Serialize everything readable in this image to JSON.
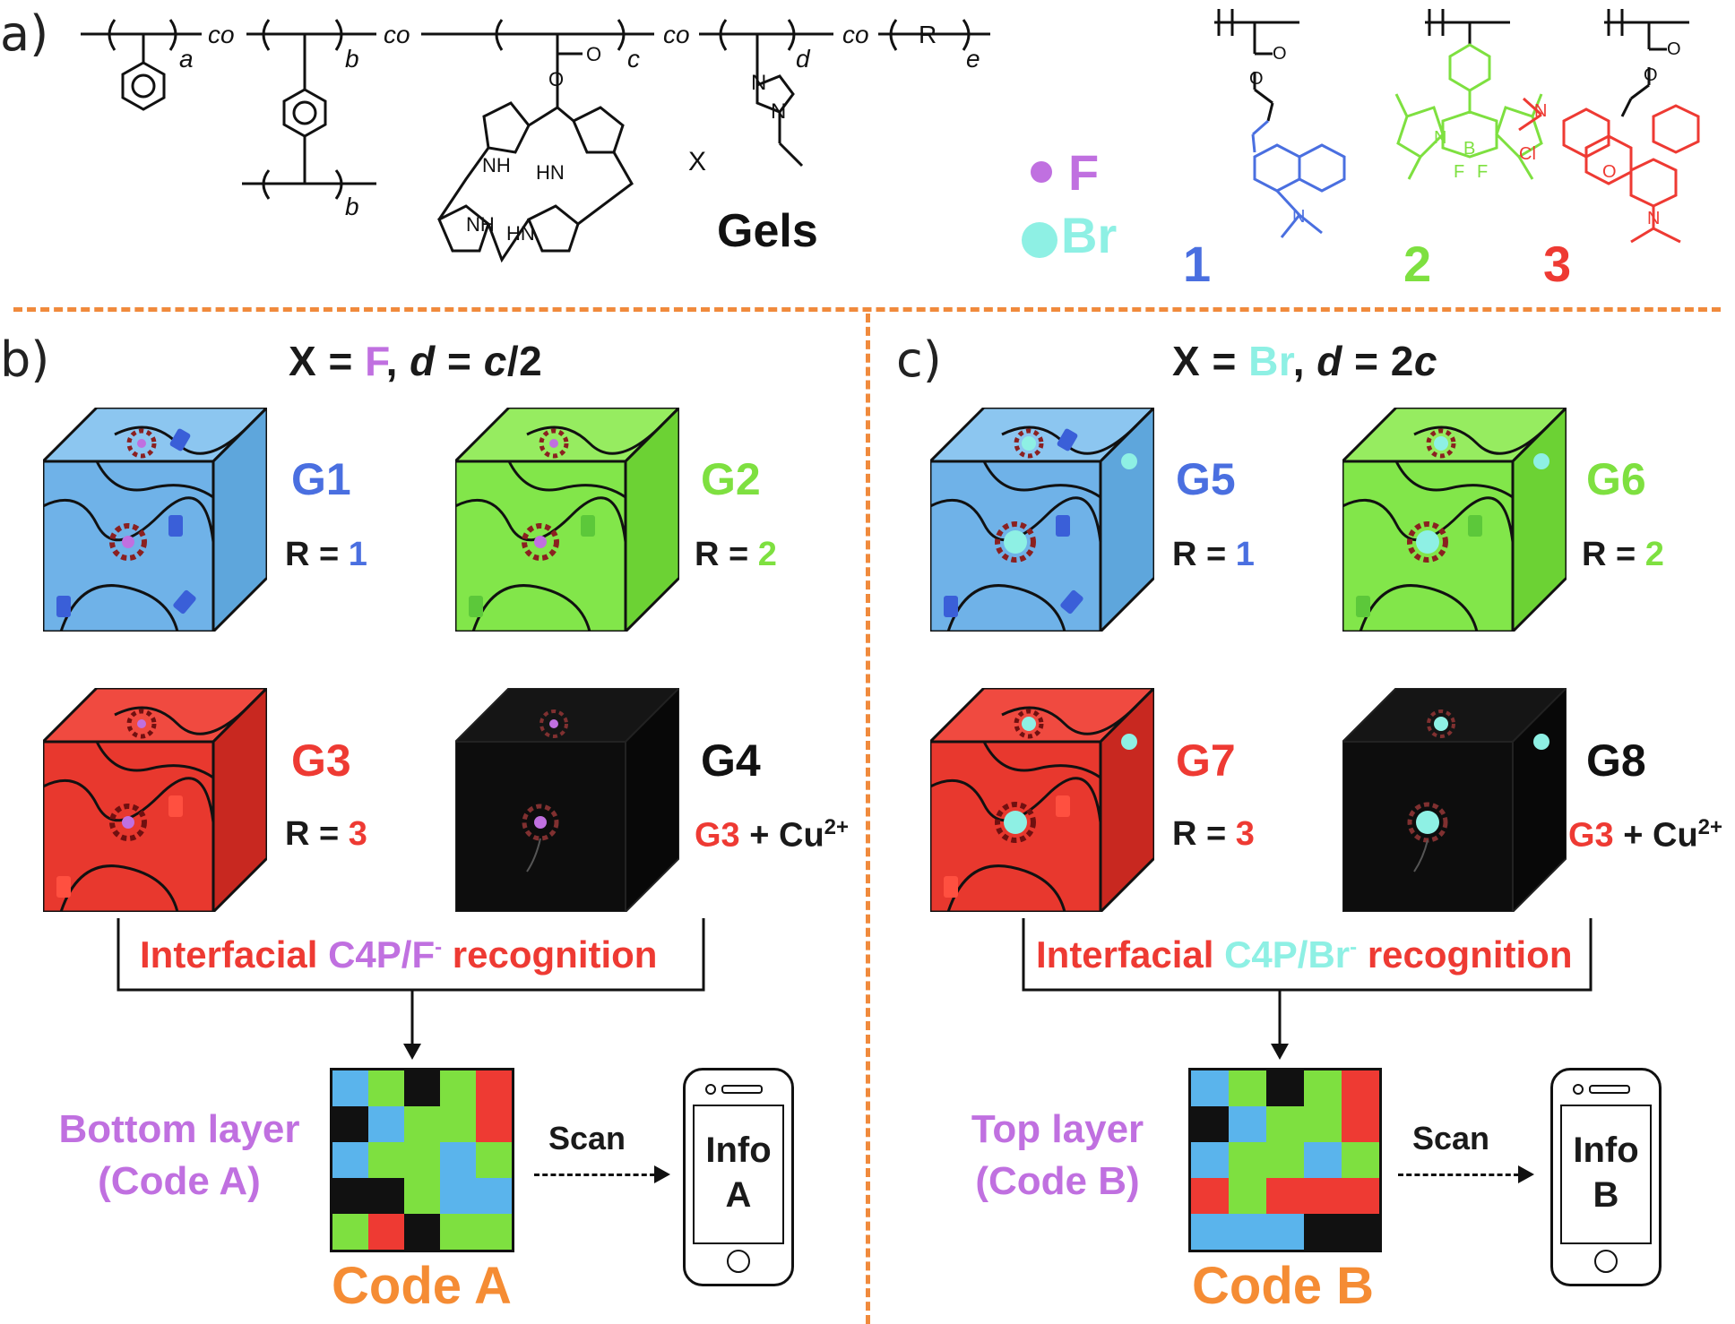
{
  "colors": {
    "blue": "#4a6fe0",
    "green": "#7ee040",
    "red": "#ee3a33",
    "violet": "#c070e0",
    "cyan": "#8ef0e4",
    "orange": "#f58c34",
    "black": "#111111",
    "cube_blue": "#6fb2e8",
    "cube_green": "#82e64a",
    "cube_red": "#e8382e",
    "cube_black": "#0d0d0d",
    "divider": "#f08a3c"
  },
  "panel_a": {
    "letter": "a)",
    "co_label": "co",
    "sub_a": "a",
    "sub_b": "b",
    "sub_c": "c",
    "sub_d": "d",
    "sub_e": "e",
    "r_group": "R",
    "counter_ion": "X",
    "gels_label": "Gels",
    "nh": "NH",
    "hn": "HN",
    "o": "O",
    "n": "N",
    "b_atom": "B",
    "f_atom": "F",
    "cl": "Cl",
    "legend": {
      "f_label": "F",
      "br_label": "Br"
    },
    "dyes": [
      {
        "number": "1",
        "color": "#4a6fe0"
      },
      {
        "number": "2",
        "color": "#7ee040"
      },
      {
        "number": "3",
        "color": "#ee3a33"
      }
    ]
  },
  "panel_b": {
    "letter": "b)",
    "title_x": "X = ",
    "title_ion": "F",
    "title_rest": ", ",
    "title_d": "d",
    "title_eq": " = ",
    "title_c": "c",
    "title_frac": "/2",
    "gels": [
      {
        "name": "G1",
        "r_prefix": "R = ",
        "r_value": "1",
        "color": "#4a6fe0"
      },
      {
        "name": "G2",
        "r_prefix": "R = ",
        "r_value": "2",
        "color": "#7ee040"
      },
      {
        "name": "G3",
        "r_prefix": "R = ",
        "r_value": "3",
        "color": "#ee3a33"
      },
      {
        "name": "G4",
        "r_prefix": "G3",
        "r_value": " + Cu",
        "sup": "2+",
        "color": "#111111"
      }
    ],
    "recognition": {
      "part1": "Interfacial ",
      "part2": "C4P/F",
      "sup": "-",
      "part3": " recognition"
    },
    "layer_label_line1": "Bottom layer",
    "layer_label_line2": "(Code A)",
    "code_label": "Code A",
    "scan_label": "Scan",
    "info_line1": "Info",
    "info_line2": "A",
    "code_grid": [
      [
        "#5ab4ec",
        "#7ee040",
        "#111111",
        "#7ee040",
        "#ee3a33"
      ],
      [
        "#111111",
        "#5ab4ec",
        "#7ee040",
        "#7ee040",
        "#ee3a33"
      ],
      [
        "#5ab4ec",
        "#7ee040",
        "#7ee040",
        "#5ab4ec",
        "#7ee040"
      ],
      [
        "#111111",
        "#111111",
        "#7ee040",
        "#5ab4ec",
        "#5ab4ec"
      ],
      [
        "#7ee040",
        "#ee3a33",
        "#111111",
        "#7ee040",
        "#7ee040"
      ]
    ]
  },
  "panel_c": {
    "letter": "c)",
    "title_x": "X = ",
    "title_ion": "Br",
    "title_rest": ", ",
    "title_d": "d",
    "title_eq": " = 2",
    "title_c": "c",
    "gels": [
      {
        "name": "G5",
        "r_prefix": "R = ",
        "r_value": "1",
        "color": "#4a6fe0"
      },
      {
        "name": "G6",
        "r_prefix": "R = ",
        "r_value": "2",
        "color": "#7ee040"
      },
      {
        "name": "G7",
        "r_prefix": "R = ",
        "r_value": "3",
        "color": "#ee3a33"
      },
      {
        "name": "G8",
        "r_prefix": "G3",
        "r_value": " + Cu",
        "sup": "2+",
        "color": "#111111"
      }
    ],
    "recognition": {
      "part1": "Interfacial ",
      "part2": "C4P/Br",
      "sup": "-",
      "part3": " recognition"
    },
    "layer_label_line1": "Top layer",
    "layer_label_line2": "(Code B)",
    "code_label": "Code B",
    "scan_label": "Scan",
    "info_line1": "Info",
    "info_line2": "B",
    "code_grid": [
      [
        "#5ab4ec",
        "#7ee040",
        "#111111",
        "#7ee040",
        "#ee3a33"
      ],
      [
        "#111111",
        "#5ab4ec",
        "#7ee040",
        "#7ee040",
        "#ee3a33"
      ],
      [
        "#5ab4ec",
        "#7ee040",
        "#7ee040",
        "#5ab4ec",
        "#7ee040"
      ],
      [
        "#ee3a33",
        "#7ee040",
        "#ee3a33",
        "#ee3a33",
        "#ee3a33"
      ],
      [
        "#5ab4ec",
        "#5ab4ec",
        "#5ab4ec",
        "#111111",
        "#111111"
      ]
    ]
  }
}
